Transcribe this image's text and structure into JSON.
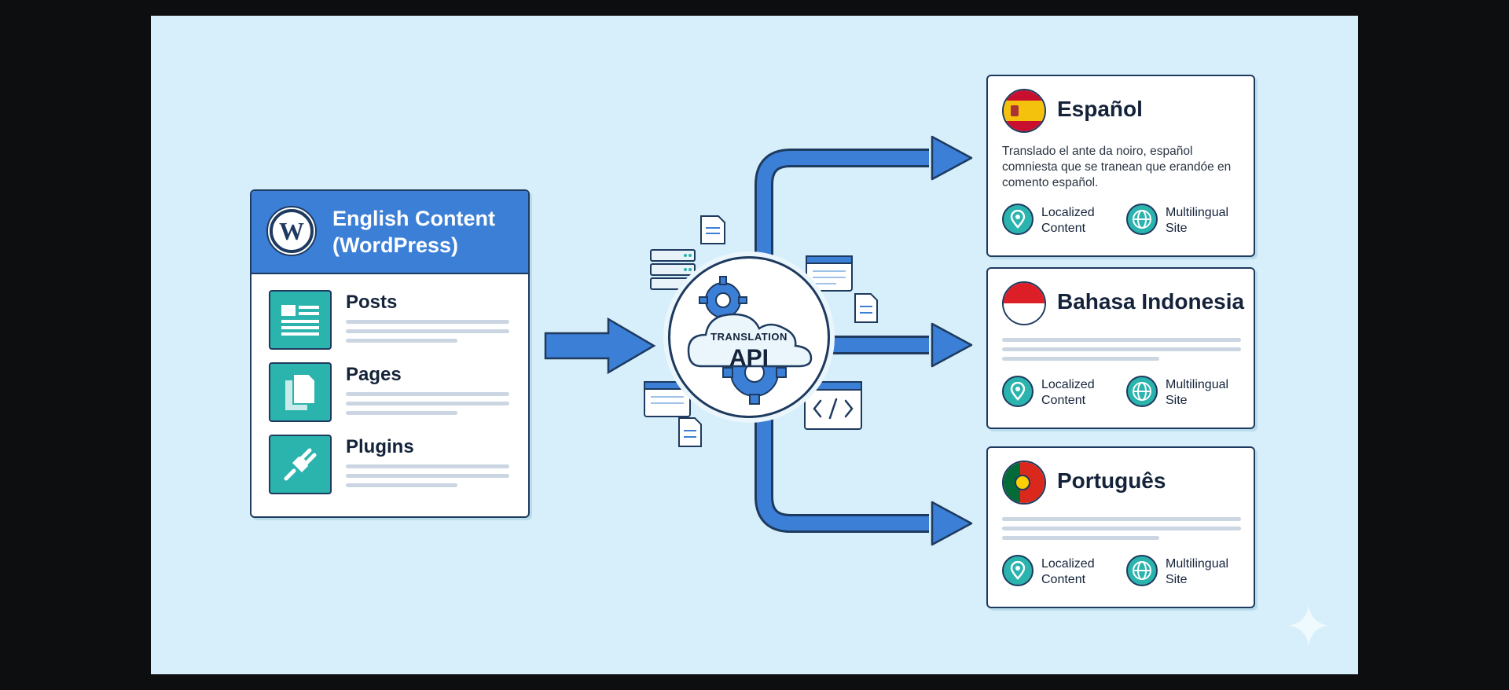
{
  "source": {
    "title": "English Content (WordPress)",
    "items": [
      {
        "label": "Posts",
        "icon": "posts-icon"
      },
      {
        "label": "Pages",
        "icon": "pages-icon"
      },
      {
        "label": "Plugins",
        "icon": "plug-icon"
      }
    ]
  },
  "api": {
    "small_label": "TRANSLATION",
    "big_label": "API"
  },
  "targets": [
    {
      "title": "Español",
      "flag": "spain-flag-icon",
      "description": "Translado el ante da noiro, español comniesta que se tranean que erandóe en comento español."
    },
    {
      "title": "Bahasa Indonesia",
      "flag": "indonesia-flag-icon",
      "description": ""
    },
    {
      "title": "Português",
      "flag": "portugal-flag-icon",
      "description": ""
    }
  ],
  "badges": {
    "localized": "Localized\nContent",
    "multilingual": "Multilingual\nSite"
  },
  "colors": {
    "background": "#d6effa",
    "primary_blue": "#3b7fd6",
    "teal": "#2bb3ad",
    "outline": "#1e3a5f"
  }
}
